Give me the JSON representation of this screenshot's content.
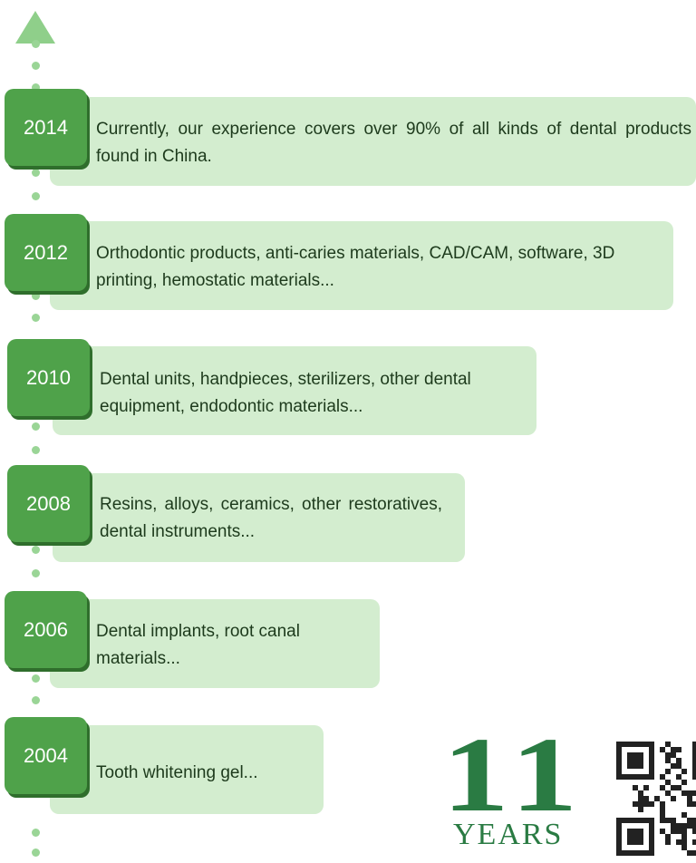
{
  "timeline": [
    {
      "year": "2014",
      "desc": "Currently, our experience covers over 90% of all kinds of dental products found in China."
    },
    {
      "year": "2012",
      "desc": "Orthodontic products,  anti-caries materials, CAD/CAM, software,  3D printing, hemostatic materials..."
    },
    {
      "year": "2010",
      "desc": "Dental units, handpieces, sterilizers,  other dental equipment, endodontic materials..."
    },
    {
      "year": "2008",
      "desc": "Resins, alloys, ceramics, other restoratives, dental instruments..."
    },
    {
      "year": "2006",
      "desc": "Dental implants,  root canal materials..."
    },
    {
      "year": "2004",
      "desc": "Tooth whitening gel..."
    }
  ],
  "logo": {
    "number": "11",
    "word": "YEARS"
  },
  "colors": {
    "card": "#d3edcf",
    "year_badge": "#4fa24a",
    "timeline_dot": "#9ad596",
    "logo": "#2a7b43"
  },
  "icons": {
    "arrow": "up-arrow-icon",
    "qr": "qr-code-icon"
  }
}
